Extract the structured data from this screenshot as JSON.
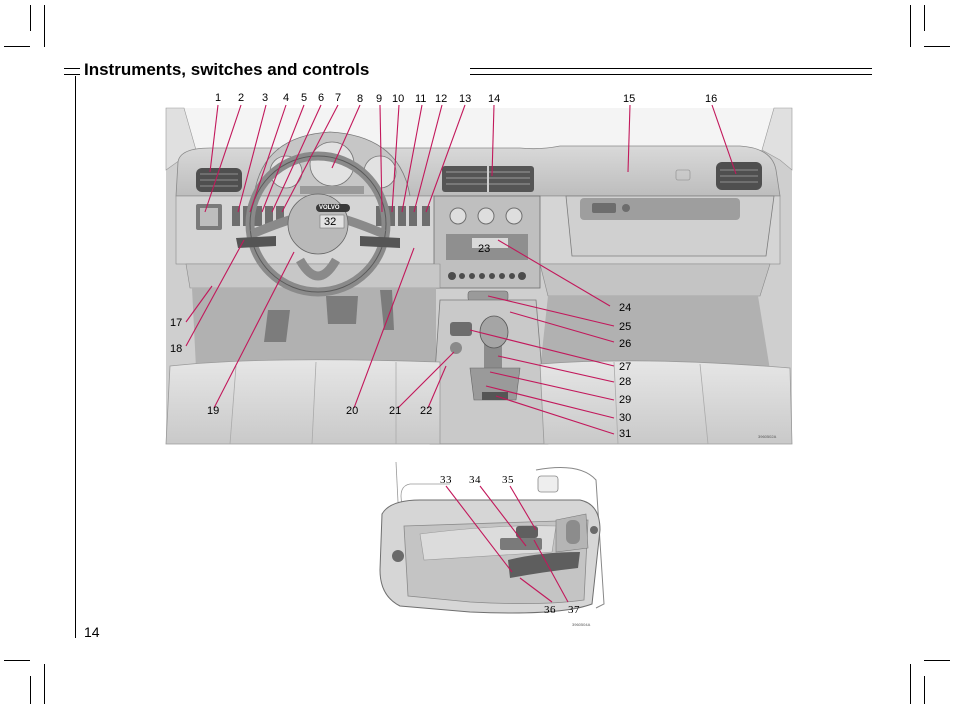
{
  "page": {
    "title": "Instruments, switches and controls",
    "page_number": "14"
  },
  "dashboard": {
    "callouts": [
      "1",
      "2",
      "3",
      "4",
      "5",
      "6",
      "7",
      "8",
      "9",
      "10",
      "11",
      "12",
      "13",
      "14",
      "15",
      "16",
      "17",
      "18",
      "19",
      "20",
      "21",
      "22",
      "23",
      "24",
      "25",
      "26",
      "27",
      "28",
      "29",
      "30",
      "31",
      "32"
    ],
    "steering_badge": "VOLVO"
  },
  "door": {
    "callouts": [
      "33",
      "34",
      "35",
      "36",
      "37"
    ]
  },
  "colors": {
    "accent": "#c2185b",
    "panel": "#d8d8d8",
    "shade": "#b4b4b4",
    "dark": "#5a5a5a"
  }
}
